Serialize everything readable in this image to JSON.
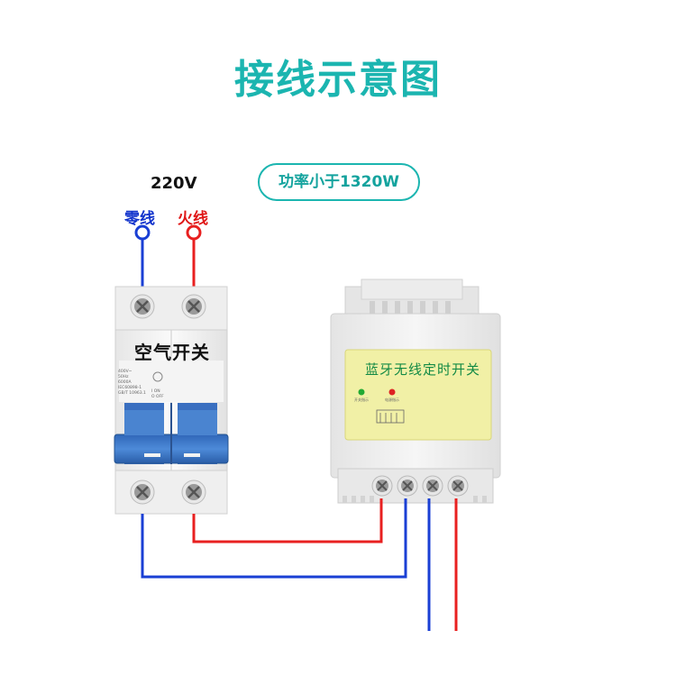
{
  "title": "接线示意图",
  "voltage": "220V",
  "neutral_label": "零线",
  "live_label": "火线",
  "power_badge": "功率小于1320W",
  "breaker": {
    "name": "空气开关",
    "spec_left": "400V~\n50Hz\n6000A\nIEC60898-1\nGB/T 10963.1",
    "spec_switch": "I ON\nO OFF"
  },
  "timer": {
    "name": "蓝牙无线定时开关",
    "indicator_left": "开关指示",
    "indicator_right": "电源指示"
  },
  "colors": {
    "accent": "#1bb5b0",
    "neutral_wire": "#1a3fd4",
    "live_wire": "#e82020",
    "breaker_handle": "#3a78c9"
  }
}
